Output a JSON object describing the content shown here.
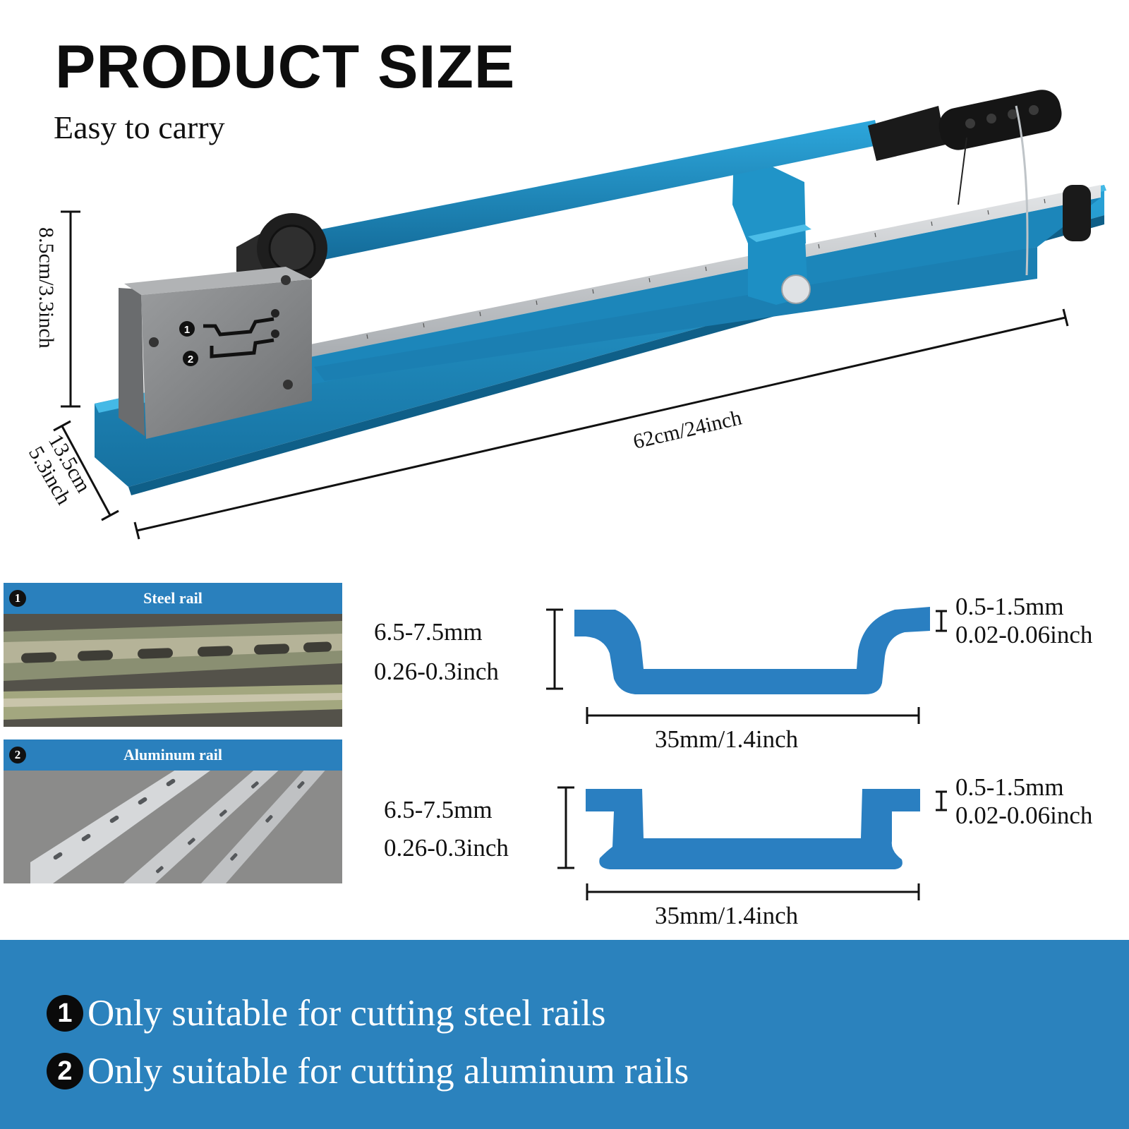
{
  "header": {
    "title": "PRODUCT SIZE",
    "subtitle": "Easy to carry"
  },
  "dimensions": {
    "height": "8.5cm/3.3inch",
    "length": "62cm/24inch",
    "depth_cm": "13.5cm",
    "depth_inch": "5.3inch"
  },
  "rails": [
    {
      "number": "1",
      "label": "Steel rail"
    },
    {
      "number": "2",
      "label": "Aluminum rail"
    }
  ],
  "profiles": [
    {
      "height_mm": "6.5-7.5mm",
      "height_inch": "0.26-0.3inch",
      "thickness_mm": "0.5-1.5mm",
      "thickness_inch": "0.02-0.06inch",
      "width": "35mm/1.4inch"
    },
    {
      "height_mm": "6.5-7.5mm",
      "height_inch": "0.26-0.3inch",
      "thickness_mm": "0.5-1.5mm",
      "thickness_inch": "0.02-0.06inch",
      "width": "35mm/1.4inch"
    }
  ],
  "notes": [
    {
      "number": "1",
      "text": "Only suitable for cutting steel rails"
    },
    {
      "number": "2",
      "text": "Only suitable for cutting aluminum rails"
    }
  ],
  "colors": {
    "accent_blue": "#2b82bd",
    "tool_blue": "#1f8fc6",
    "profile_blue": "#2a7fc1",
    "steel_gray": "#8c8e90"
  }
}
